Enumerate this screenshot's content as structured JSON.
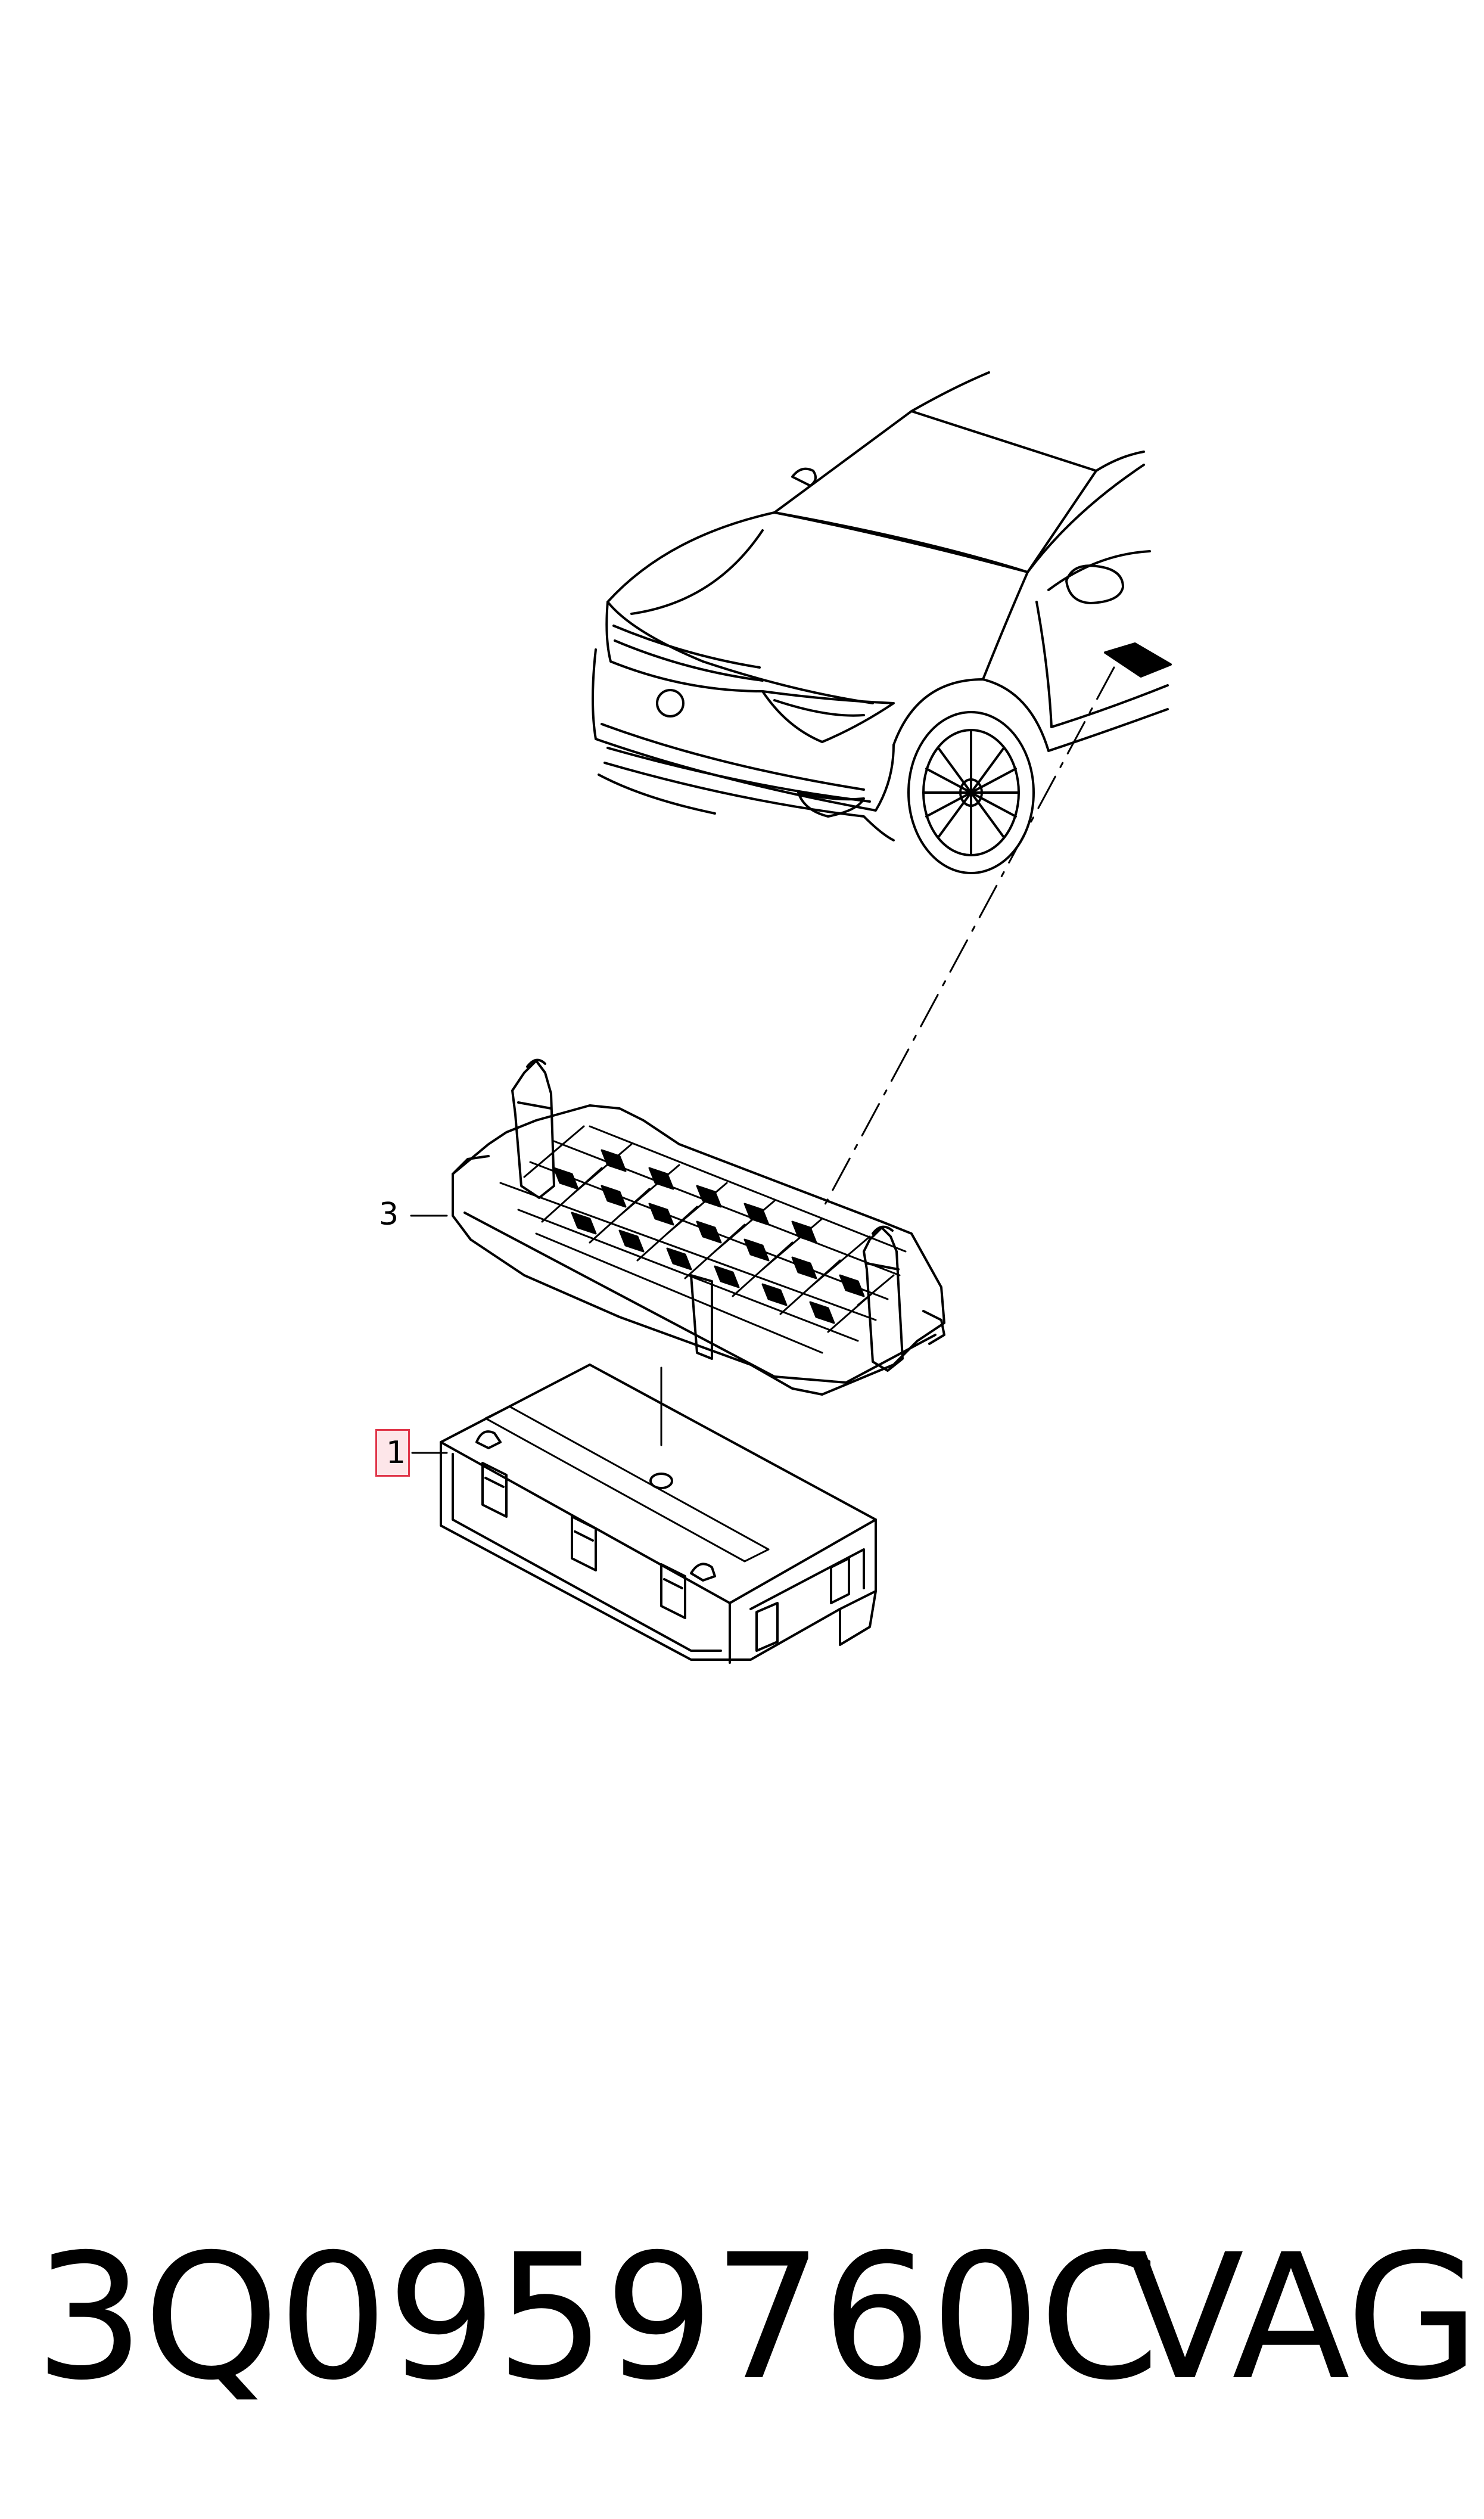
{
  "callouts": {
    "tray": "3",
    "control_unit": "1"
  },
  "footer": {
    "part_number": "3Q0959760C",
    "brand": "VAG"
  },
  "colors": {
    "line": "#000000",
    "highlight_border": "#e0364a",
    "highlight_fill": "#fde6e9"
  }
}
